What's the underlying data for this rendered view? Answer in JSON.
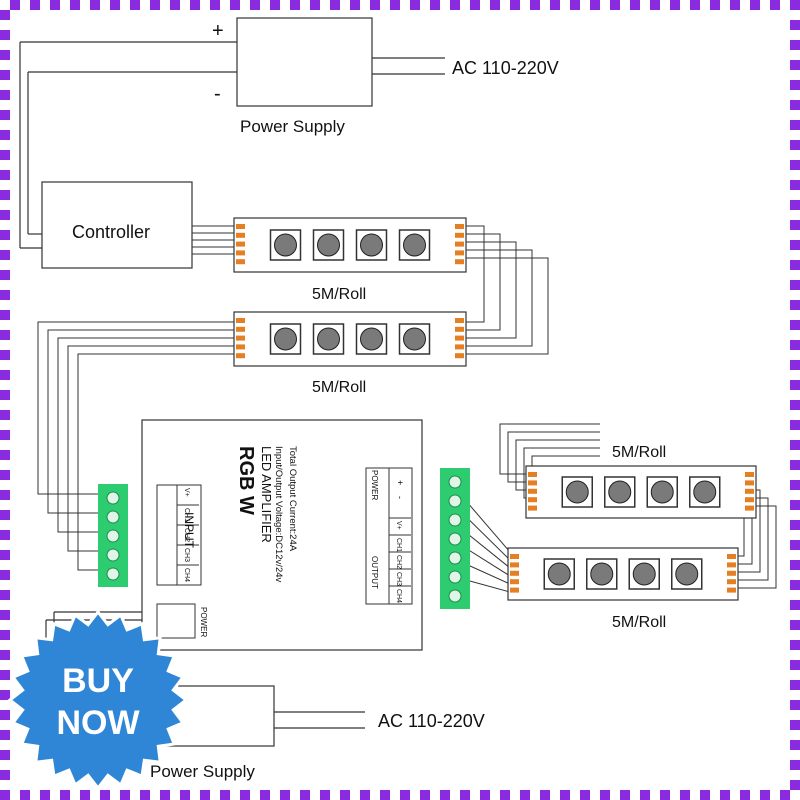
{
  "colors": {
    "frame": "#8a2be2",
    "wire": "#333333",
    "led_chip": "#7a7a7a",
    "pad": "#e67e22",
    "terminal": "#2ecc71",
    "badge": "#2f86d6"
  },
  "top_power_supply": {
    "plus": "+",
    "minus": "-",
    "ac_label": "AC 110-220V",
    "name": "Power Supply"
  },
  "controller": {
    "label": "Controller"
  },
  "strips": [
    {
      "label": "5M/Roll"
    },
    {
      "label": "5M/Roll"
    },
    {
      "label": "5M/Roll"
    },
    {
      "label": "5M/Roll"
    }
  ],
  "amplifier": {
    "title": "RGB W",
    "subtitle": "LED AMPLIFIER",
    "voltage": "Input/Output Voltage:DC12v/24v",
    "current": "Total Output Current:24A",
    "input_label": "INPUT",
    "output_label": "OUTPUT",
    "power_label": "POWER",
    "power_switch_label": "POWER",
    "input_channels": [
      "V+",
      "CH1",
      "CH2",
      "CH3",
      "CH4"
    ],
    "output_channels": [
      "V+",
      "CH1",
      "CH2",
      "CH3",
      "CH4"
    ],
    "power_terminals": [
      "+",
      "-"
    ]
  },
  "bottom_power_supply": {
    "ac_label": "AC 110-220V",
    "name": "Power Supply"
  },
  "badge": {
    "line1": "BUY",
    "line2": "NOW"
  }
}
